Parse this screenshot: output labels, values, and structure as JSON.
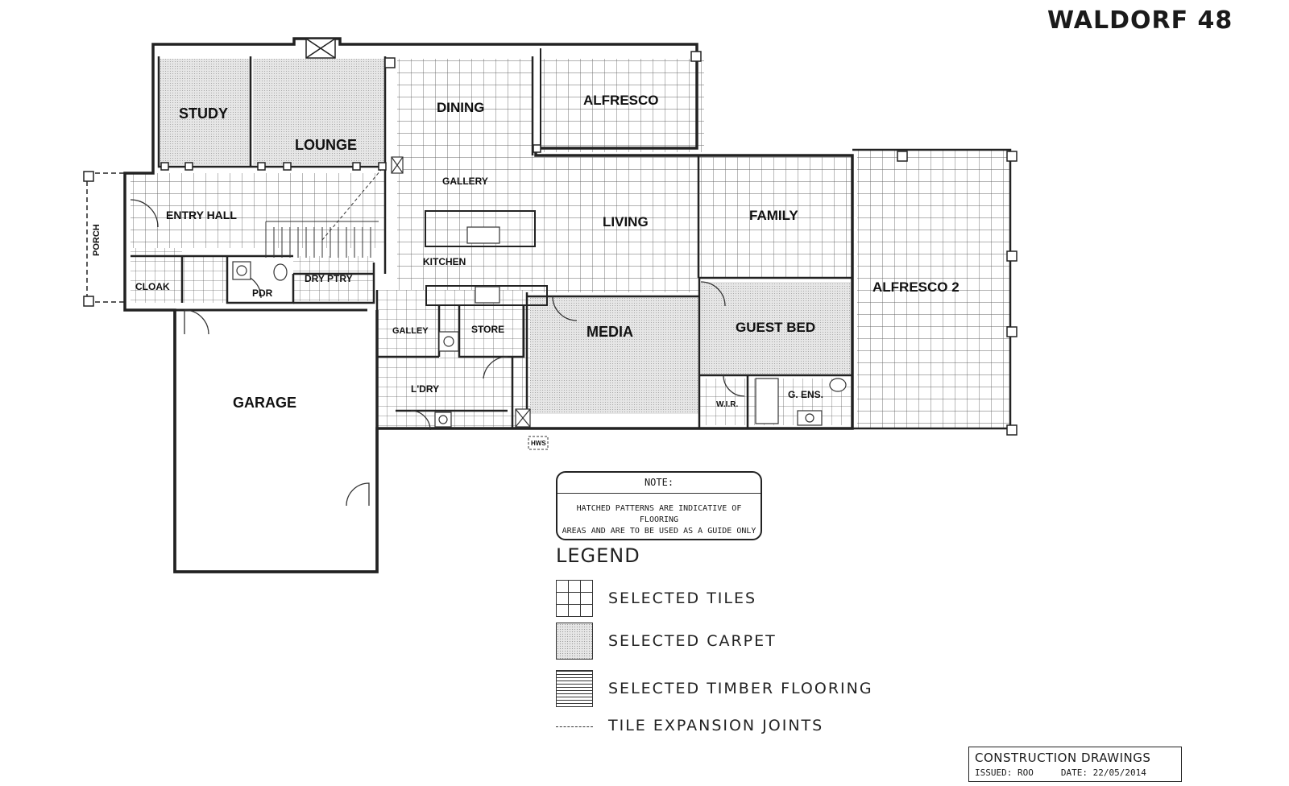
{
  "title": "WALDORF 48",
  "rooms": {
    "study": "STUDY",
    "lounge": "LOUNGE",
    "dining": "DINING",
    "alfresco": "ALFRESCO",
    "gallery": "GALLERY",
    "entry_hall": "ENTRY HALL",
    "porch": "PORCH",
    "living": "LIVING",
    "family": "FAMILY",
    "kitchen": "KITCHEN",
    "cloak": "CLOAK",
    "pdr": "PDR",
    "dry_ptry": "DRY PTRY",
    "alfresco_2": "ALFRESCO 2",
    "galley": "GALLEY",
    "store": "STORE",
    "media": "MEDIA",
    "guest_bed": "GUEST BED",
    "ldry": "L'DRY",
    "wir": "W.I.R.",
    "g_ens": "G. ENS.",
    "garage": "GARAGE",
    "hws": "HWS"
  },
  "note": {
    "heading": "NOTE:",
    "line1": "HATCHED PATTERNS ARE INDICATIVE OF FLOORING",
    "line2": "AREAS AND ARE TO BE USED AS A GUIDE ONLY"
  },
  "legend": {
    "title": "LEGEND",
    "items": [
      {
        "key": "tiles",
        "label": "SELECTED TILES"
      },
      {
        "key": "carpet",
        "label": "SELECTED CARPET"
      },
      {
        "key": "timber",
        "label": "SELECTED TIMBER FLOORING"
      },
      {
        "key": "joint",
        "label": "TILE EXPANSION JOINTS"
      }
    ]
  },
  "construction": {
    "heading": "CONSTRUCTION DRAWINGS",
    "issued": "ISSUED: ROO",
    "date": "DATE: 22/05/2014"
  },
  "colors": {
    "line": "#222222",
    "tile_grid": "#555555",
    "carpet": "#e3e3e3"
  }
}
